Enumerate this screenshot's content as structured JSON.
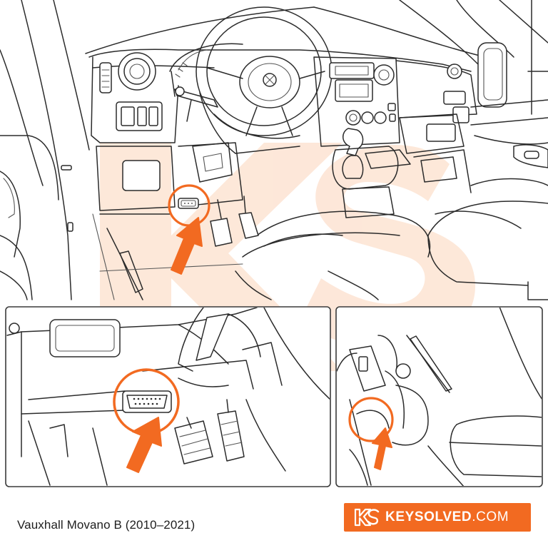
{
  "caption": "Vauxhall Movano B (2010–2021)",
  "brand": {
    "name": "KEYSOLVED",
    "domain": ".COM",
    "bar_color": "#f26a21",
    "text_color": "#ffffff"
  },
  "watermark": {
    "letters": "KS",
    "color": "#fde3d2"
  },
  "colors": {
    "accent": "#f26a21",
    "line": "#2b2b2b",
    "background": "#ffffff"
  },
  "panels": [
    {
      "id": "main",
      "depicts": "van-cab-interior-overview"
    },
    {
      "id": "detail-left",
      "depicts": "obd-port-under-dashboard-closeup"
    },
    {
      "id": "detail-right",
      "depicts": "driver-side-footwell-view"
    }
  ]
}
